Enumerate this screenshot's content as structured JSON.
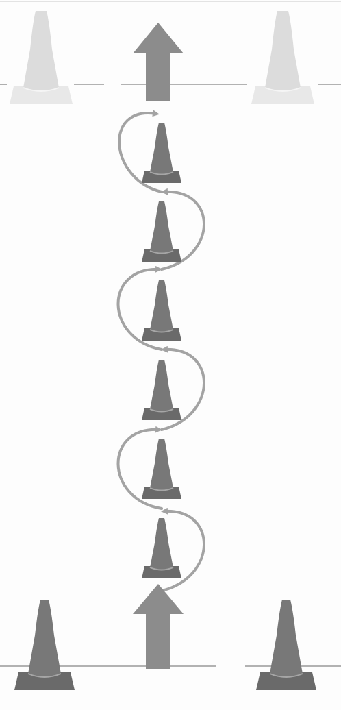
{
  "drill": {
    "cones": [
      {
        "id": "top-left",
        "role": "marker",
        "faded": true
      },
      {
        "id": "top-right",
        "role": "marker",
        "faded": true
      },
      {
        "id": "slalom-1",
        "role": "slalom",
        "faded": false
      },
      {
        "id": "slalom-2",
        "role": "slalom",
        "faded": false
      },
      {
        "id": "slalom-3",
        "role": "slalom",
        "faded": false
      },
      {
        "id": "slalom-4",
        "role": "slalom",
        "faded": false
      },
      {
        "id": "slalom-5",
        "role": "slalom",
        "faded": false
      },
      {
        "id": "slalom-6",
        "role": "slalom",
        "faded": false
      },
      {
        "id": "bottom-left",
        "role": "marker",
        "faded": false
      },
      {
        "id": "bottom-right",
        "role": "marker",
        "faded": false
      }
    ],
    "arrows": [
      {
        "id": "start",
        "direction": "up"
      },
      {
        "id": "finish",
        "direction": "up"
      }
    ],
    "path": {
      "type": "weave",
      "direction": "up",
      "loops": 6
    },
    "colors": {
      "cone_dark": "#6f6f6f",
      "cone_light": "#d6d6d6",
      "arrow": "#8c8c8c",
      "path": "#a3a3a3",
      "line": "#9a9a9a",
      "background": "#fdfdfd"
    }
  }
}
